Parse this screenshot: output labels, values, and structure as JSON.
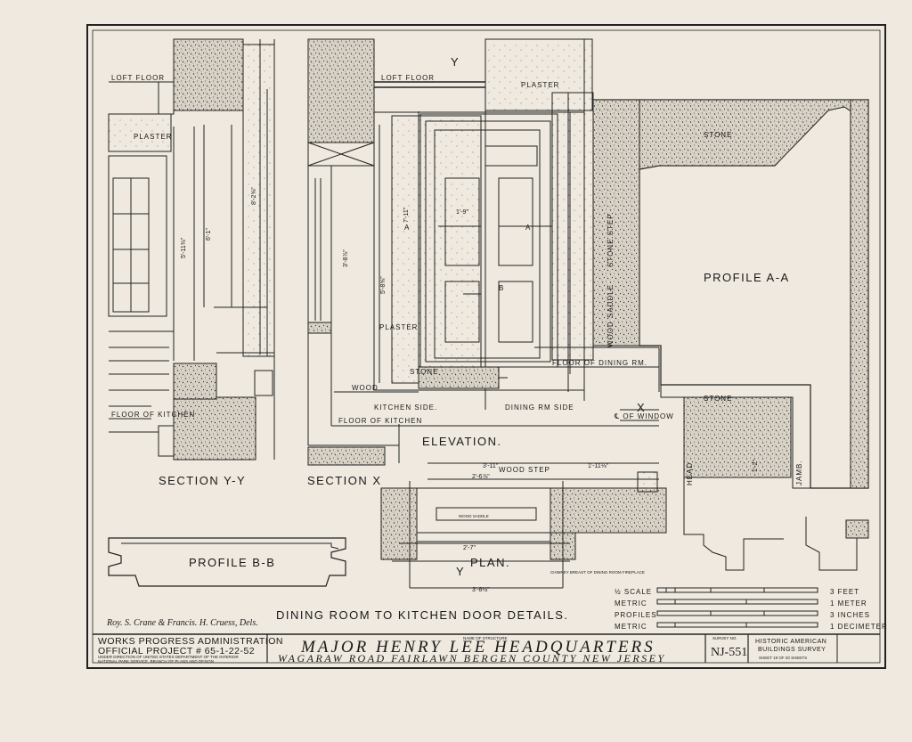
{
  "drawing": {
    "section_yy": "SECTION Y-Y",
    "section_x": "SECTION X",
    "elevation": "ELEVATION.",
    "plan": "PLAN.",
    "profile_aa": "PROFILE A-A",
    "profile_bb": "PROFILE B-B",
    "sheet_caption": "DINING ROOM TO KITCHEN DOOR DETAILS.",
    "delineators": "Roy. S. Crane & Francis. H. Cruess, Dels.",
    "labels": {
      "loft_floor": "LOFT FLOOR",
      "plaster": "PLASTER",
      "stone": "STONE",
      "stone_step": "STONE STEP",
      "wood_saddle": "WOOD SADDLE",
      "wood_step": "WOOD STEP",
      "kitchen_side": "KITCHEN SIDE.",
      "dining_rm_side": "DINING RM SIDE",
      "floor_of_kitchen": "FLOOR OF KITCHEN",
      "floor_of_dining_rm": "FLOOR OF DINING RM.",
      "floor_of_kitchen_short": "FLOOR OF KITCHEN",
      "head": "HEAD",
      "jamb": "JAMB.",
      "chimney_breast": "CHIMNEY BREAST OF DINING ROOM FIREPLACE",
      "cl_of_window": "℄ OF WINDOW",
      "section_mark_y": "Y",
      "section_mark_x": "X",
      "section_mark_a": "A",
      "section_mark_b": "B"
    },
    "dimensions": [
      "6'-1\"",
      "8'-2⅝\"",
      "5'-11⅜\"",
      "7'-11\"",
      "5'-8⅝\"",
      "1'-9\"",
      "2'-6⅞\"",
      "3'-11\"",
      "2'-7\"",
      "3'-8⅞\"",
      "3'-8½\"",
      "1'-2\"",
      "1'-11⅛\""
    ]
  },
  "scales": [
    {
      "label": "½ SCALE",
      "value": "3 FEET"
    },
    {
      "label": "METRIC",
      "value": "1 METER"
    },
    {
      "label": "PROFILES",
      "value": "3 INCHES"
    },
    {
      "label": "METRIC",
      "value": "1 DECIMETER"
    }
  ],
  "title_block": {
    "wpa_line1": "WORKS PROGRESS ADMINISTRATION",
    "wpa_line2": "OFFICIAL PROJECT # 65-1-22-52",
    "wpa_line3": "UNDER DIRECTION OF UNITED STATES DEPARTMENT OF THE INTERIOR",
    "wpa_line4": "NATIONAL PARK SERVICE, BRANCH OF PLANS AND DESIGN",
    "name_caption": "NAME OF STRUCTURE",
    "structure_name": "MAJOR HENRY LEE HEADQUARTERS",
    "location": "WAGARAW ROAD FAIRLAWN BERGEN COUNTY NEW JERSEY",
    "survey_caption": "SURVEY NO.",
    "survey_no": "NJ-551",
    "habs_line1": "HISTORIC AMERICAN",
    "habs_line2": "BUILDINGS SURVEY",
    "sheet_text": "SHEET 19 OF 20 SHEETS"
  }
}
